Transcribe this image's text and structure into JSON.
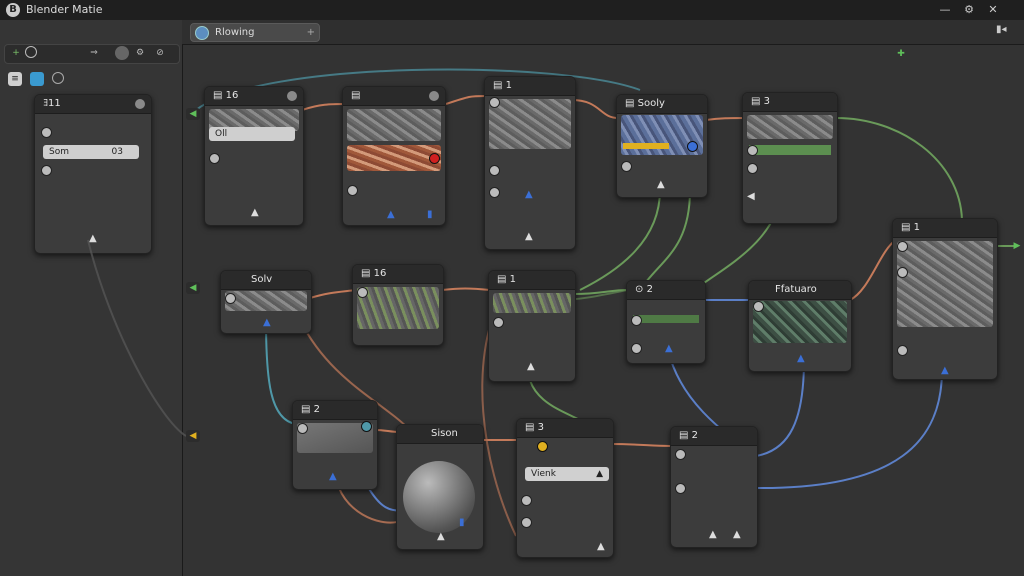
{
  "window": {
    "title": "Blender Matie",
    "logo": "B",
    "controls": [
      "—",
      "⚙",
      "✕"
    ]
  },
  "left_panel": {
    "node_title": "ﾖ11",
    "field_label": "Som",
    "field_value": "03"
  },
  "editor": {
    "tab_label": "Rlowing",
    "tab_arrow": "+"
  },
  "nodes": {
    "n1": {
      "title": "16"
    },
    "n2": {
      "title": ""
    },
    "n3": {
      "title": "1"
    },
    "n4": {
      "title": "Sooly"
    },
    "n5": {
      "title": "3"
    },
    "n6": {
      "title": "1"
    },
    "n7": {
      "title": "Solv"
    },
    "n8": {
      "title": "16"
    },
    "n9": {
      "title": "1"
    },
    "n10": {
      "title": "2"
    },
    "n11": {
      "title": "Ffatuaro"
    },
    "n12": {
      "title": "2"
    },
    "n13": {
      "title": "Sison"
    },
    "n14": {
      "title": "3"
    },
    "n15": {
      "title": "2"
    }
  },
  "fields": {
    "n1_field": "Oll",
    "n14_field": "Vienk"
  },
  "colors": {
    "wire_green": "#6a9a5a",
    "wire_orange": "#c47a5a",
    "wire_blue": "#5b7fc7",
    "wire_teal": "#4f98a8",
    "socket_green": "#5fbf5a",
    "socket_blue": "#3b6fd6",
    "accent_yellow": "#e0b020"
  }
}
